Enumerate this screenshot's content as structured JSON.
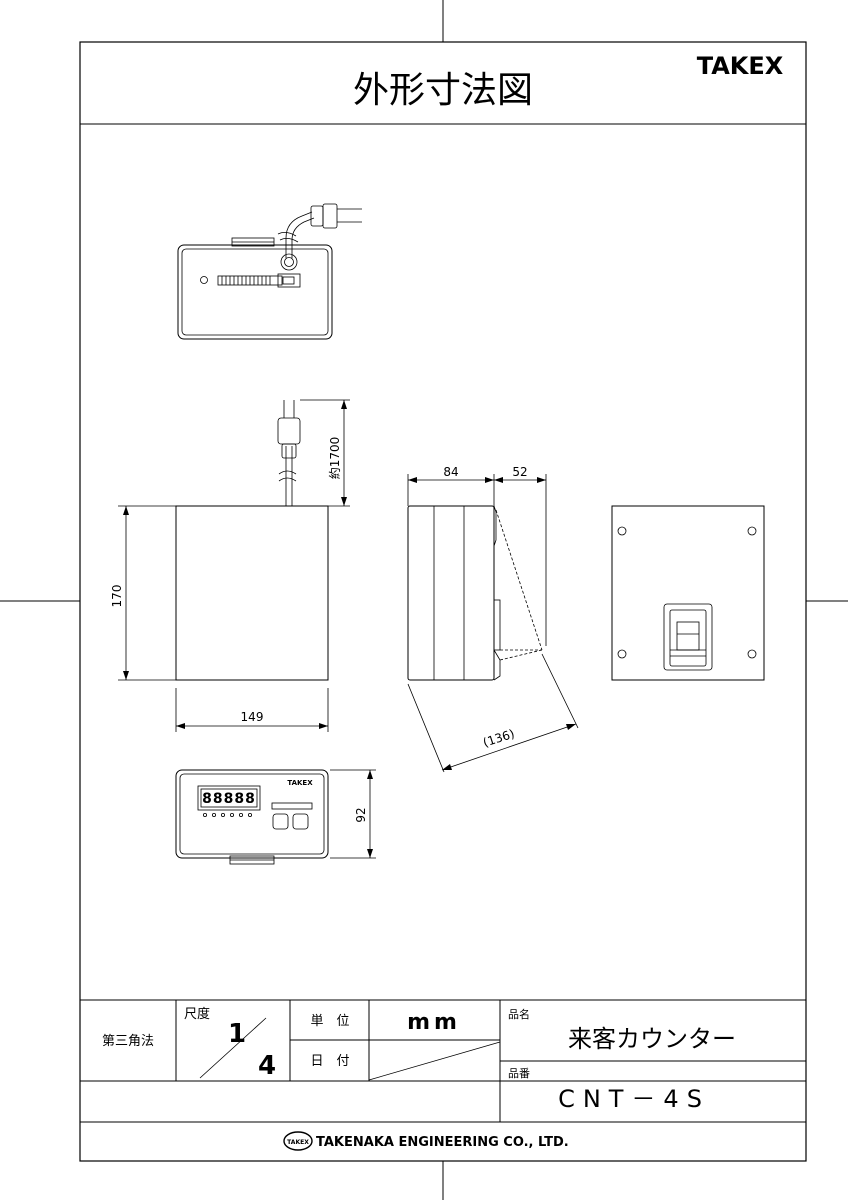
{
  "header": {
    "title": "外形寸法図",
    "brand": "TAKEX"
  },
  "dimensions": {
    "cord_length": "約1700",
    "height": "170",
    "width": "149",
    "depth": "84",
    "stand_depth": "52",
    "stand_diagonal": "(136)",
    "front_height": "92"
  },
  "device": {
    "front_label": "TAKEX",
    "display": "88888"
  },
  "title_block": {
    "projection": "第三角法",
    "scale_label": "尺度",
    "scale_num": "1",
    "scale_den": "4",
    "unit_label": "単　位",
    "unit_value": "mm",
    "date_label": "日　付",
    "name_label": "品名",
    "product_name": "来客カウンター",
    "number_label": "品番",
    "product_number": "CNT－4S"
  },
  "footer": {
    "badge": "TAKEX",
    "company": "TAKENAKA ENGINEERING CO., LTD."
  }
}
